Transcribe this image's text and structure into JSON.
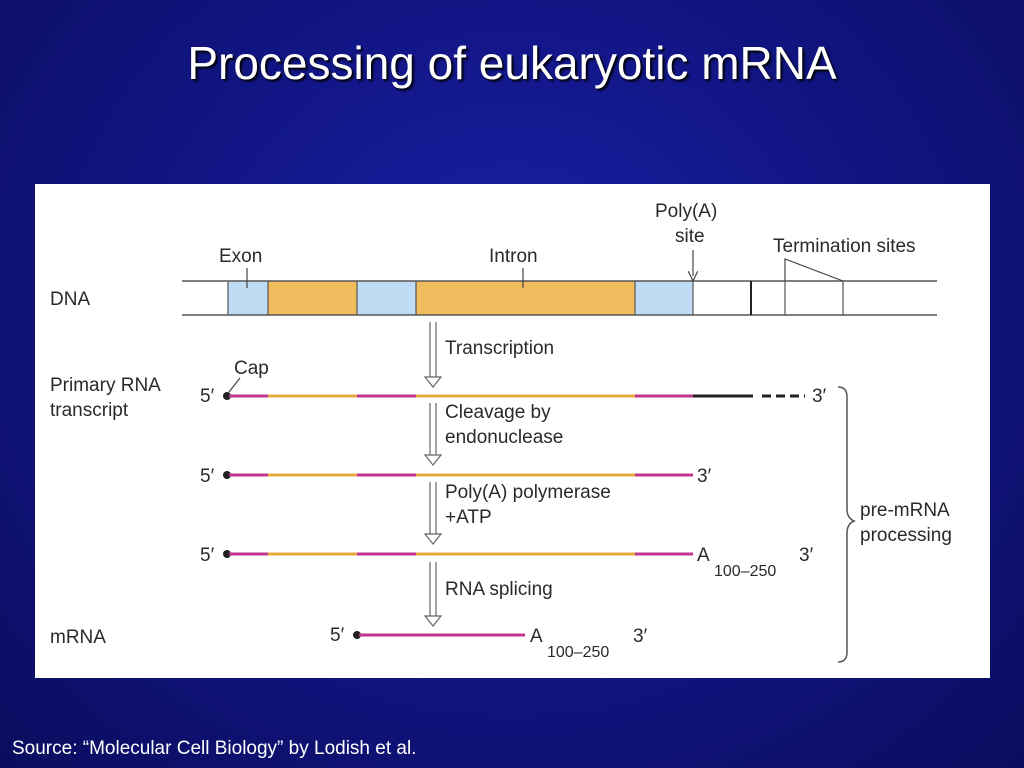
{
  "slide": {
    "title": "Processing of eukaryotic mRNA",
    "source": "Source: “Molecular Cell Biology” by Lodish et al."
  },
  "colors": {
    "background": "#10147f",
    "exon": "#c0dcf4",
    "intron": "#f1bc5e",
    "exon_rna": "#c0368e",
    "intron_rna": "#e3a93f",
    "text": "#2a2a2a"
  },
  "diagram": {
    "labels": {
      "exon": "Exon",
      "intron": "Intron",
      "polya_site_line1": "Poly(A)",
      "polya_site_line2": "site",
      "termination_sites": "Termination sites",
      "dna": "DNA",
      "cap": "Cap",
      "primary_line1": "Primary RNA",
      "primary_line2": "transcript",
      "mrna": "mRNA",
      "pre_mrna_line1": "pre-mRNA",
      "pre_mrna_line2": "processing"
    },
    "steps": {
      "transcription": "Transcription",
      "cleavage_line1": "Cleavage by",
      "cleavage_line2": "endonuclease",
      "polymerase_line1": "Poly(A) polymerase",
      "polymerase_line2": "+ATP",
      "splicing": "RNA splicing"
    },
    "ends": {
      "five_prime": "5′",
      "three_prime": "3′",
      "poly_a": "A",
      "poly_a_length": "100–250"
    }
  }
}
